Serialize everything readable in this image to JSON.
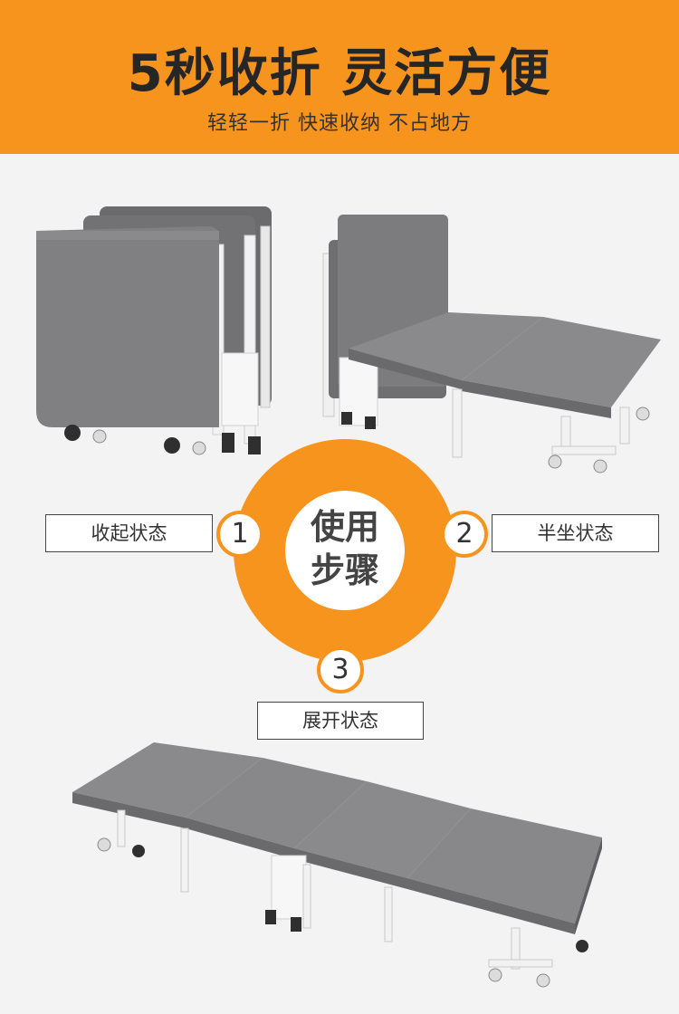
{
  "header": {
    "title": "5秒收折 灵活方便",
    "subtitle": "轻轻一折 快速收纳 不占地方"
  },
  "steps": {
    "center_line1": "使用",
    "center_line2": "步骤",
    "items": [
      {
        "number": "1",
        "label": "收起状态"
      },
      {
        "number": "2",
        "label": "半坐状态"
      },
      {
        "number": "3",
        "label": "展开状态"
      }
    ]
  },
  "colors": {
    "accent": "#f7941d",
    "cushion": "#7a7a7c",
    "frame": "#f2f2f2",
    "text": "#262626"
  }
}
